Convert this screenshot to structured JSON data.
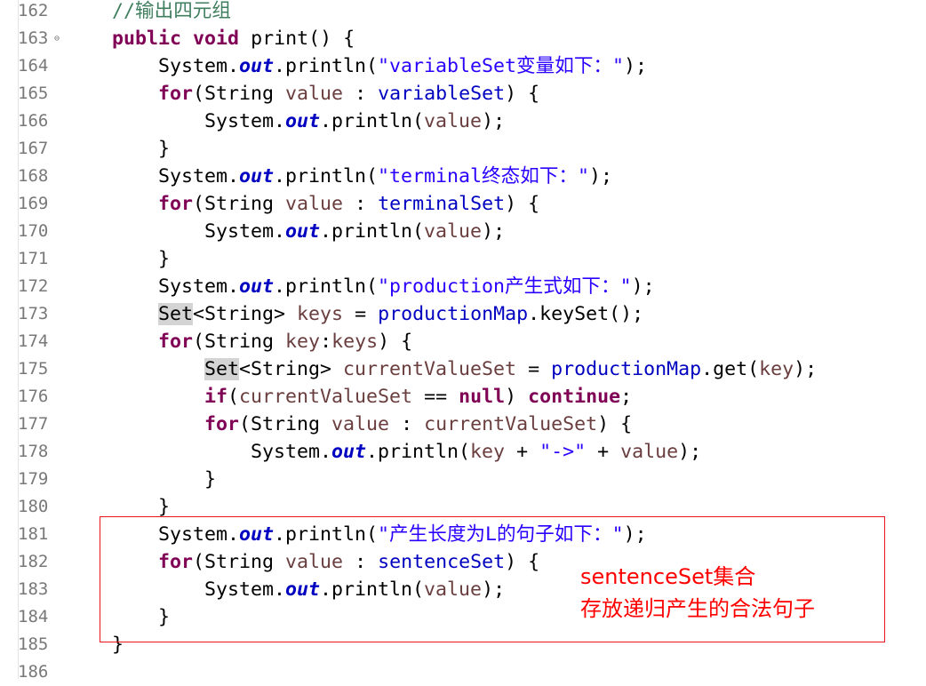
{
  "editor": {
    "lines": [
      {
        "n": "162",
        "fold": "",
        "segs": [
          {
            "t": "    "
          },
          {
            "t": "//输出四元组",
            "c": "cmt"
          }
        ]
      },
      {
        "n": "163",
        "fold": "⊖",
        "segs": [
          {
            "t": "    "
          },
          {
            "t": "public",
            "c": "kw"
          },
          {
            "t": " "
          },
          {
            "t": "void",
            "c": "kw"
          },
          {
            "t": " print() {"
          }
        ]
      },
      {
        "n": "164",
        "fold": "",
        "segs": [
          {
            "t": "        System."
          },
          {
            "t": "out",
            "c": "sfld"
          },
          {
            "t": ".println("
          },
          {
            "t": "\"variableSet变量如下：\"",
            "c": "str"
          },
          {
            "t": ");"
          }
        ]
      },
      {
        "n": "165",
        "fold": "",
        "segs": [
          {
            "t": "        "
          },
          {
            "t": "for",
            "c": "kw"
          },
          {
            "t": "(String "
          },
          {
            "t": "value",
            "c": "prm"
          },
          {
            "t": " : "
          },
          {
            "t": "variableSet",
            "c": "fld"
          },
          {
            "t": ") {"
          }
        ]
      },
      {
        "n": "166",
        "fold": "",
        "segs": [
          {
            "t": "            System."
          },
          {
            "t": "out",
            "c": "sfld"
          },
          {
            "t": ".println("
          },
          {
            "t": "value",
            "c": "prm"
          },
          {
            "t": ");"
          }
        ]
      },
      {
        "n": "167",
        "fold": "",
        "segs": [
          {
            "t": "        }"
          }
        ]
      },
      {
        "n": "168",
        "fold": "",
        "segs": [
          {
            "t": "        System."
          },
          {
            "t": "out",
            "c": "sfld"
          },
          {
            "t": ".println("
          },
          {
            "t": "\"terminal终态如下：\"",
            "c": "str"
          },
          {
            "t": ");"
          }
        ]
      },
      {
        "n": "169",
        "fold": "",
        "segs": [
          {
            "t": "        "
          },
          {
            "t": "for",
            "c": "kw"
          },
          {
            "t": "(String "
          },
          {
            "t": "value",
            "c": "prm"
          },
          {
            "t": " : "
          },
          {
            "t": "terminalSet",
            "c": "fld"
          },
          {
            "t": ") {"
          }
        ]
      },
      {
        "n": "170",
        "fold": "",
        "segs": [
          {
            "t": "            System."
          },
          {
            "t": "out",
            "c": "sfld"
          },
          {
            "t": ".println("
          },
          {
            "t": "value",
            "c": "prm"
          },
          {
            "t": ");"
          }
        ]
      },
      {
        "n": "171",
        "fold": "",
        "segs": [
          {
            "t": "        }"
          }
        ]
      },
      {
        "n": "172",
        "fold": "",
        "segs": [
          {
            "t": "        System."
          },
          {
            "t": "out",
            "c": "sfld"
          },
          {
            "t": ".println("
          },
          {
            "t": "\"production产生式如下：\"",
            "c": "str"
          },
          {
            "t": ");"
          }
        ]
      },
      {
        "n": "173",
        "fold": "",
        "segs": [
          {
            "t": "        "
          },
          {
            "t": "Set",
            "c": "hl"
          },
          {
            "t": "<String> "
          },
          {
            "t": "keys",
            "c": "prm"
          },
          {
            "t": " = "
          },
          {
            "t": "productionMap",
            "c": "fld"
          },
          {
            "t": ".keySet();"
          }
        ]
      },
      {
        "n": "174",
        "fold": "",
        "segs": [
          {
            "t": "        "
          },
          {
            "t": "for",
            "c": "kw"
          },
          {
            "t": "(String "
          },
          {
            "t": "key",
            "c": "prm"
          },
          {
            "t": ":"
          },
          {
            "t": "keys",
            "c": "prm"
          },
          {
            "t": ") {"
          }
        ]
      },
      {
        "n": "175",
        "fold": "",
        "segs": [
          {
            "t": "            "
          },
          {
            "t": "Set",
            "c": "hl"
          },
          {
            "t": "<String> "
          },
          {
            "t": "currentValueSet",
            "c": "prm"
          },
          {
            "t": " = "
          },
          {
            "t": "productionMap",
            "c": "fld"
          },
          {
            "t": ".get("
          },
          {
            "t": "key",
            "c": "prm"
          },
          {
            "t": ");"
          }
        ]
      },
      {
        "n": "176",
        "fold": "",
        "segs": [
          {
            "t": "            "
          },
          {
            "t": "if",
            "c": "kw"
          },
          {
            "t": "("
          },
          {
            "t": "currentValueSet",
            "c": "prm"
          },
          {
            "t": " == "
          },
          {
            "t": "null",
            "c": "kw"
          },
          {
            "t": ") "
          },
          {
            "t": "continue",
            "c": "kw"
          },
          {
            "t": ";"
          }
        ]
      },
      {
        "n": "177",
        "fold": "",
        "segs": [
          {
            "t": "            "
          },
          {
            "t": "for",
            "c": "kw"
          },
          {
            "t": "(String "
          },
          {
            "t": "value",
            "c": "prm"
          },
          {
            "t": " : "
          },
          {
            "t": "currentValueSet",
            "c": "prm"
          },
          {
            "t": ") {"
          }
        ]
      },
      {
        "n": "178",
        "fold": "",
        "segs": [
          {
            "t": "                System."
          },
          {
            "t": "out",
            "c": "sfld"
          },
          {
            "t": ".println("
          },
          {
            "t": "key",
            "c": "prm"
          },
          {
            "t": " + "
          },
          {
            "t": "\"->\"",
            "c": "str"
          },
          {
            "t": " + "
          },
          {
            "t": "value",
            "c": "prm"
          },
          {
            "t": ");"
          }
        ]
      },
      {
        "n": "179",
        "fold": "",
        "segs": [
          {
            "t": "            }"
          }
        ]
      },
      {
        "n": "180",
        "fold": "",
        "segs": [
          {
            "t": "        }"
          }
        ]
      },
      {
        "n": "181",
        "fold": "",
        "segs": [
          {
            "t": "        System."
          },
          {
            "t": "out",
            "c": "sfld"
          },
          {
            "t": ".println("
          },
          {
            "t": "\"产生长度为L的句子如下：\"",
            "c": "str"
          },
          {
            "t": ");"
          }
        ]
      },
      {
        "n": "182",
        "fold": "",
        "segs": [
          {
            "t": "        "
          },
          {
            "t": "for",
            "c": "kw"
          },
          {
            "t": "(String "
          },
          {
            "t": "value",
            "c": "prm"
          },
          {
            "t": " : "
          },
          {
            "t": "sentenceSet",
            "c": "fld"
          },
          {
            "t": ") {"
          }
        ]
      },
      {
        "n": "183",
        "fold": "",
        "segs": [
          {
            "t": "            System."
          },
          {
            "t": "out",
            "c": "sfld"
          },
          {
            "t": ".println("
          },
          {
            "t": "value",
            "c": "prm"
          },
          {
            "t": ");"
          }
        ]
      },
      {
        "n": "184",
        "fold": "",
        "segs": [
          {
            "t": "        }"
          }
        ]
      },
      {
        "n": "185",
        "fold": "",
        "segs": [
          {
            "t": "    }"
          }
        ]
      },
      {
        "n": "186",
        "fold": "",
        "segs": [
          {
            "t": ""
          }
        ]
      }
    ]
  },
  "annotation": {
    "line1": "sentenceSet集合",
    "line2": "存放递归产生的合法句子",
    "color": "#ff0000"
  }
}
